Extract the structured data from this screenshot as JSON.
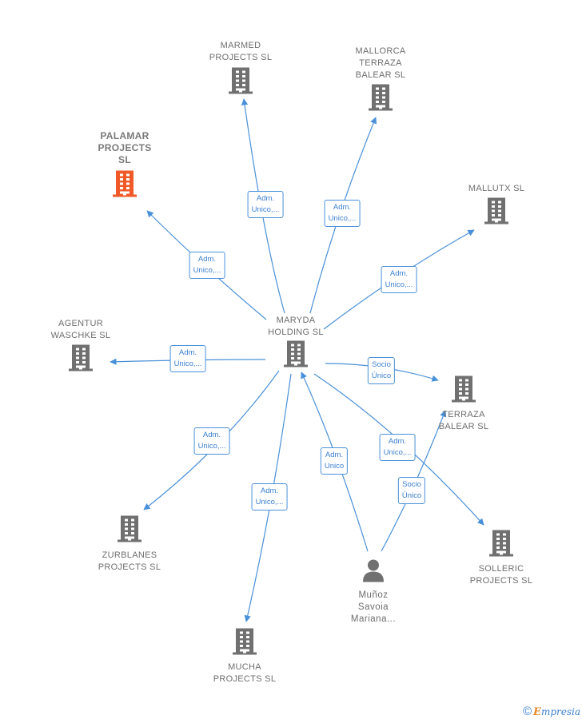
{
  "colors": {
    "edge": "#4a90d9",
    "building": "#707070",
    "highlight": "#f05a28",
    "person": "#707070"
  },
  "nodes": [
    {
      "id": "maryda",
      "type": "building-icon",
      "label": "MARYDA\nHOLDING  SL"
    },
    {
      "id": "marmed",
      "type": "building-icon",
      "label": "MARMED\nPROJECTS  SL"
    },
    {
      "id": "mallorca",
      "type": "building-icon",
      "label": "MALLORCA\nTERRAZA\nBALEAR  SL"
    },
    {
      "id": "palamar",
      "type": "building-icon",
      "label": "PALAMAR\nPROJECTS\nSL",
      "highlight": true
    },
    {
      "id": "mallutx",
      "type": "building-icon",
      "label": "MALLUTX  SL"
    },
    {
      "id": "agentur",
      "type": "building-icon",
      "label": "AGENTUR\nWASCHKE SL"
    },
    {
      "id": "terraza",
      "type": "building-icon",
      "label": "TERRAZA\nBALEAR SL"
    },
    {
      "id": "zurblanes",
      "type": "building-icon",
      "label": "ZURBLANES\nPROJECTS  SL"
    },
    {
      "id": "solleric",
      "type": "building-icon",
      "label": "SOLLERIC\nPROJECTS  SL"
    },
    {
      "id": "mucha",
      "type": "building-icon",
      "label": "MUCHA\nPROJECTS  SL"
    },
    {
      "id": "munoz",
      "type": "person-icon",
      "label": "Muñoz\nSavoia\nMariana..."
    }
  ],
  "edges": [
    {
      "from": "maryda",
      "to": "marmed",
      "label": "Adm.\nUnico,..."
    },
    {
      "from": "maryda",
      "to": "mallorca",
      "label": "Adm.\nUnico,..."
    },
    {
      "from": "maryda",
      "to": "palamar",
      "label": "Adm.\nUnico,..."
    },
    {
      "from": "maryda",
      "to": "mallutx",
      "label": "Adm.\nUnico,..."
    },
    {
      "from": "maryda",
      "to": "agentur",
      "label": "Adm.\nUnico,..."
    },
    {
      "from": "maryda",
      "to": "terraza",
      "label": "Socio\nÚnico"
    },
    {
      "from": "maryda",
      "to": "zurblanes",
      "label": "Adm.\nUnico,..."
    },
    {
      "from": "maryda",
      "to": "mucha",
      "label": "Adm.\nUnico,..."
    },
    {
      "from": "maryda",
      "to": "solleric",
      "label": "Adm.\nUnico,..."
    },
    {
      "from": "munoz",
      "to": "maryda",
      "label": "Adm.\nUnico"
    },
    {
      "from": "munoz",
      "to": "terraza",
      "label": "Socio\nÚnico"
    }
  ],
  "footer": {
    "copyright": "©",
    "brand_initial": "E",
    "brand_rest": "mpresia"
  }
}
